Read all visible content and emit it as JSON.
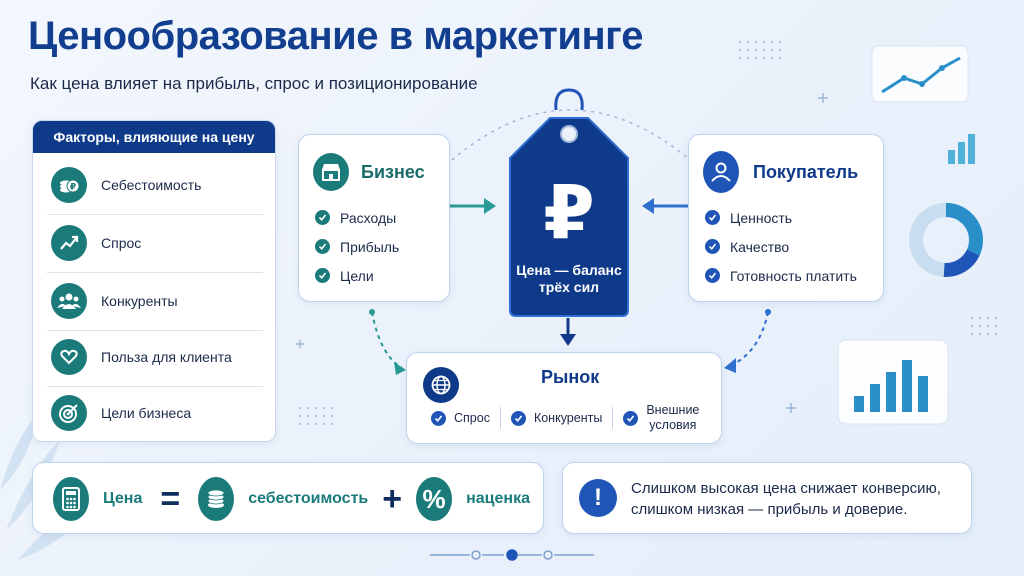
{
  "header": {
    "title": "Ценообразование в маркетинге",
    "subtitle": "Как цена влияет на прибыль, спрос и позиционирование"
  },
  "factors": {
    "title": "Факторы, влияющие на цену",
    "items": [
      {
        "label": "Себестоимость",
        "icon": "coins-ruble-icon"
      },
      {
        "label": "Спрос",
        "icon": "trend-up-icon"
      },
      {
        "label": "Конкуренты",
        "icon": "people-group-icon"
      },
      {
        "label": "Польза для клиента",
        "icon": "heart-hand-icon"
      },
      {
        "label": "Цели бизнеса",
        "icon": "target-icon"
      }
    ]
  },
  "business": {
    "title": "Бизнес",
    "icon": "storefront-icon",
    "items": [
      "Расходы",
      "Прибыль",
      "Цели"
    ]
  },
  "buyer": {
    "title": "Покупатель",
    "icon": "user-icon",
    "items": [
      "Ценность",
      "Качество",
      "Готовность платить"
    ]
  },
  "price_tag": {
    "symbol": "₽",
    "caption_line1": "Цена — баланс",
    "caption_line2": "трёх сил"
  },
  "market": {
    "title": "Рынок",
    "icon": "globe-icon",
    "items": [
      "Спрос",
      "Конкуренты"
    ],
    "item3_line1": "Внешние",
    "item3_line2": "условия"
  },
  "formula": {
    "price": "Цена",
    "equals": "=",
    "cost": "себестоимость",
    "plus": "+",
    "markup": "наценка",
    "percent_symbol": "%"
  },
  "warning": {
    "symbol": "!",
    "line1": "Слишком высокая цена снижает конверсию,",
    "line2": "слишком низкая — прибыль и доверие."
  },
  "colors": {
    "navy": "#0f3a8a",
    "teal": "#1b7b7a",
    "blue": "#1f55b6",
    "background": "#eef4fc"
  }
}
